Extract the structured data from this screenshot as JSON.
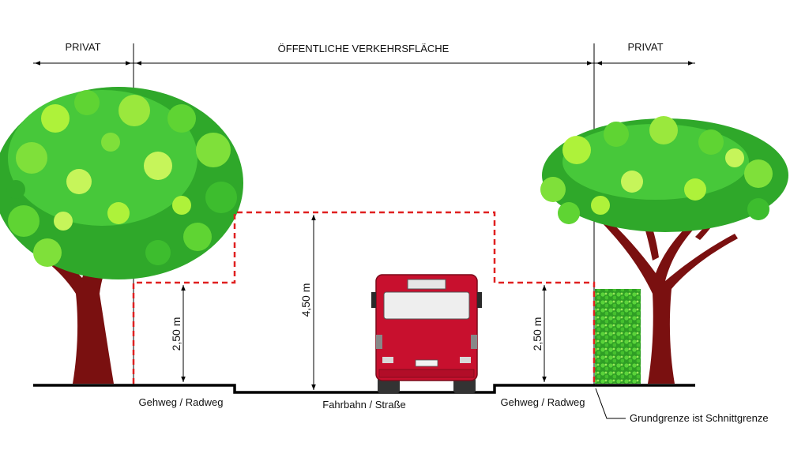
{
  "zones": {
    "left_private": "PRIVAT",
    "public_area": "ÖFFENTLICHE VERKEHRSFLÄCHE",
    "right_private": "PRIVAT"
  },
  "dimensions": {
    "left_clearance": "2,50 m",
    "center_clearance": "4,50 m",
    "right_clearance": "2,50 m"
  },
  "ground_labels": {
    "left_path": "Gehweg / Radweg",
    "road": "Fahrbahn / Straße",
    "right_path": "Gehweg / Radweg"
  },
  "annotation": {
    "boundary_note": "Grundgrenze ist Schnittgrenze"
  },
  "colors": {
    "clearance_line": "#e02020",
    "foliage": "#3fcf2a",
    "foliage_dark": "#1f9a18",
    "foliage_light": "#aef23a",
    "trunk": "#7a1010",
    "bus": "#c8102e",
    "hedge": "#3cbb2c",
    "ground": "#000000"
  }
}
